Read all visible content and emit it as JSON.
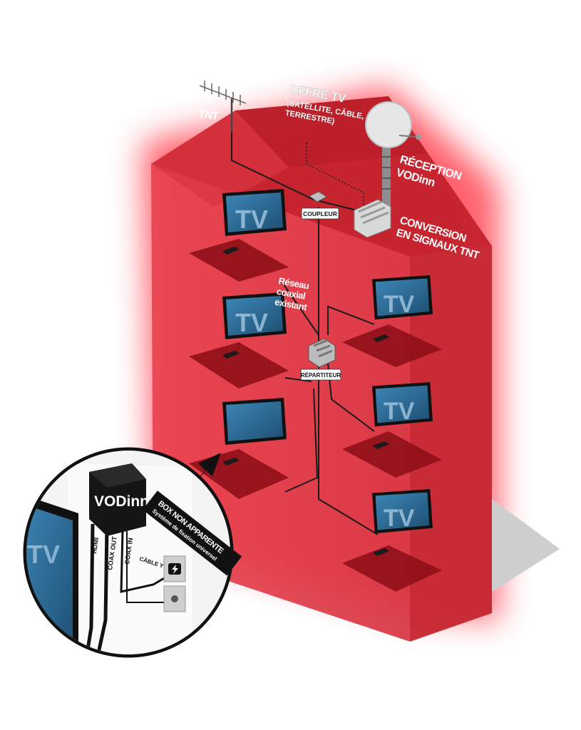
{
  "labels": {
    "tnt": "TNT",
    "offre_title": "OFFRE TV",
    "offre_line1": "(SATELLITE, CÂBLE,",
    "offre_line2": "TERRESTRE)",
    "reception_line1": "RÉCEPTION",
    "reception_line2": "VODinn",
    "conversion_line1": "CONVERSION",
    "conversion_line2": "EN SIGNAUX TNT",
    "coupleur": "COUPLEUR",
    "reseau_line1": "Réseau",
    "reseau_line2": "coaxial",
    "reseau_line3": "existant",
    "repartiteur": "RÉPARTITEUR",
    "tv": "TV",
    "box_logo": "VODinn",
    "hdmi": "HDMI",
    "coax_out": "COAX OUT",
    "coax_in": "COAX IN",
    "cable_y": "CÂBLE Y",
    "box_title": "BOX NON APPARENTE",
    "box_subtitle": "Système de fixation universel"
  },
  "colors": {
    "glow": "#ff3a46",
    "building": "#c8232d",
    "floor": "#8f1018",
    "screen": "#2f6d98",
    "dark": "#1b1b1b"
  },
  "icons": {
    "power": "lightning-bolt-icon",
    "arrow": "arrow-up-right-icon"
  }
}
